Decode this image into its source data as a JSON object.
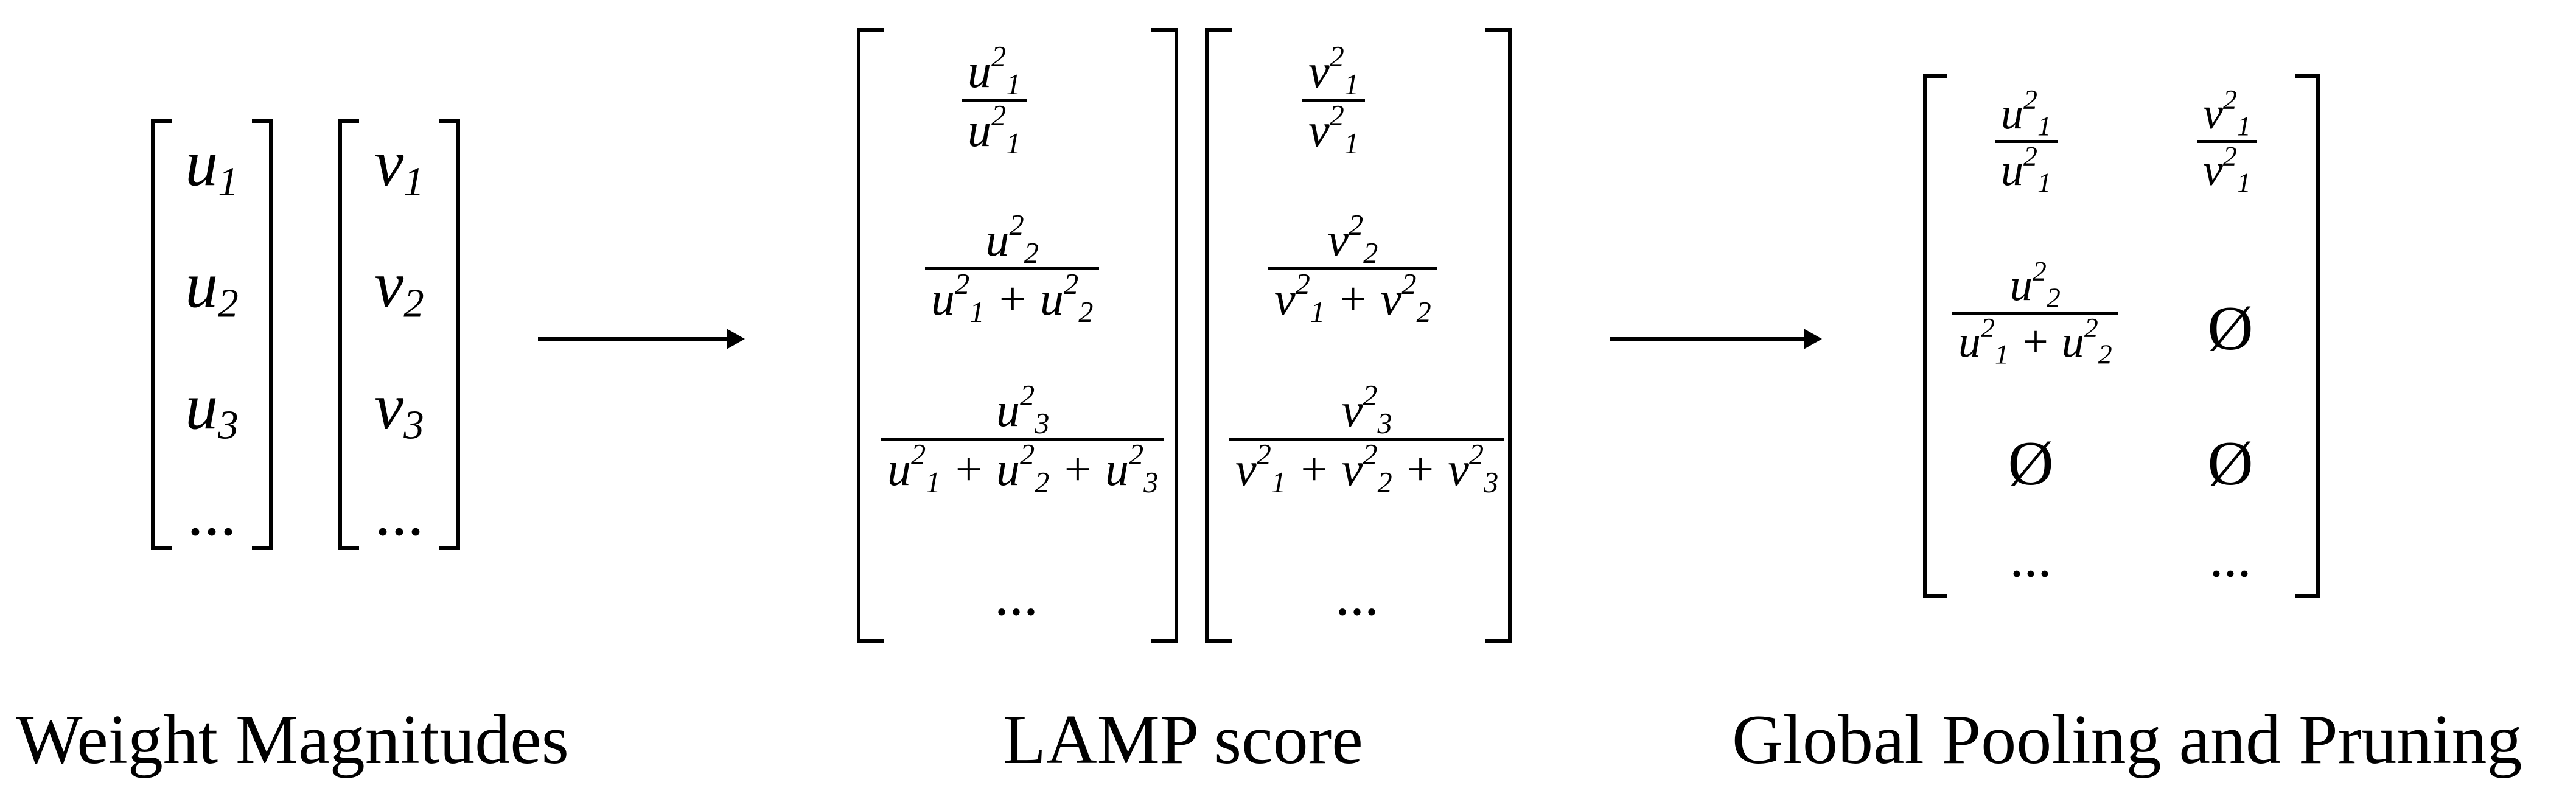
{
  "captions": {
    "left": "Weight Magnitudes",
    "middle": "LAMP score",
    "right": "Global Pooling and Pruning"
  },
  "vector_u": [
    "u",
    "u",
    "u"
  ],
  "vector_v": [
    "v",
    "v",
    "v"
  ],
  "indices": [
    "1",
    "2",
    "3"
  ],
  "ellipsis": "...",
  "plus": "+",
  "square": "2",
  "empty_set": "Ø"
}
